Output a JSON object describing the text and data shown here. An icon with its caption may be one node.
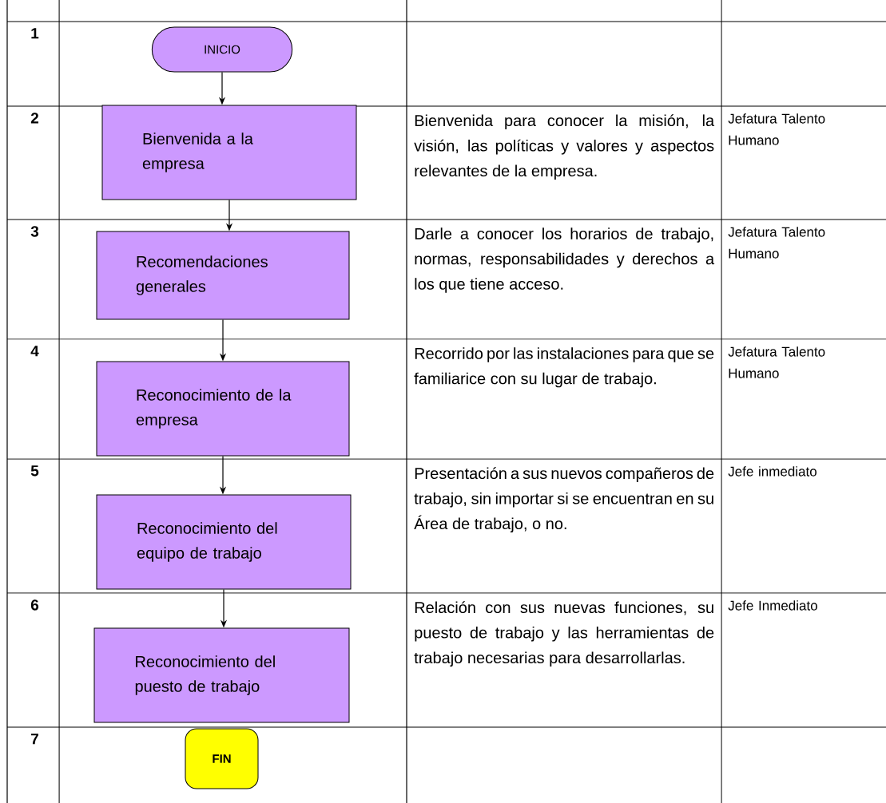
{
  "diagram": {
    "nodes": [
      {
        "text": [
          "INICIO"
        ]
      },
      {
        "text": [
          "Bienvenida a la empresa"
        ]
      },
      {
        "text": [
          "Recomendaciones generales"
        ]
      },
      {
        "text": [
          "Reconocimiento de la empresa"
        ]
      },
      {
        "text": [
          "Reconocimiento del equipo de trabajo"
        ]
      },
      {
        "text": [
          "Reconocimiento del puesto de trabajo"
        ]
      },
      {
        "text": [
          "FIN"
        ]
      }
    ],
    "edges": [
      {
        "from": 0,
        "to": 1,
        "arrow": "to"
      },
      {
        "from": 1,
        "to": 2,
        "arrow": "to"
      },
      {
        "from": 2,
        "to": 3,
        "arrow": "to"
      },
      {
        "from": 3,
        "to": 4,
        "arrow": "to"
      },
      {
        "from": 4,
        "to": 5,
        "arrow": "to"
      }
    ],
    "labels": [
      "1",
      "2",
      "Bienvenida para conocer la misión, la visión, las políticas y valores y aspectos relevantes de la empresa.",
      "Jefatura Talento Humano",
      "3",
      "Darle a conocer los horarios de trabajo, normas, responsabilidades y derechos a los que tiene acceso.",
      "Jefatura Talento Humano",
      "4",
      "Recorrido por las instalaciones para que se familiarice con su lugar de trabajo.",
      "Jefatura Talento Humano",
      "5",
      "Presentación a sus nuevos compañeros de trabajo, sin importar si se encuentran en su Área de trabajo, o no.",
      "Jefe inmediato",
      "6",
      "Relación con sus nuevas funciones, su puesto de trabajo y las herramientas de trabajo necesarias para desarrollarlas.",
      "Jefe Inmediato",
      "7"
    ]
  }
}
